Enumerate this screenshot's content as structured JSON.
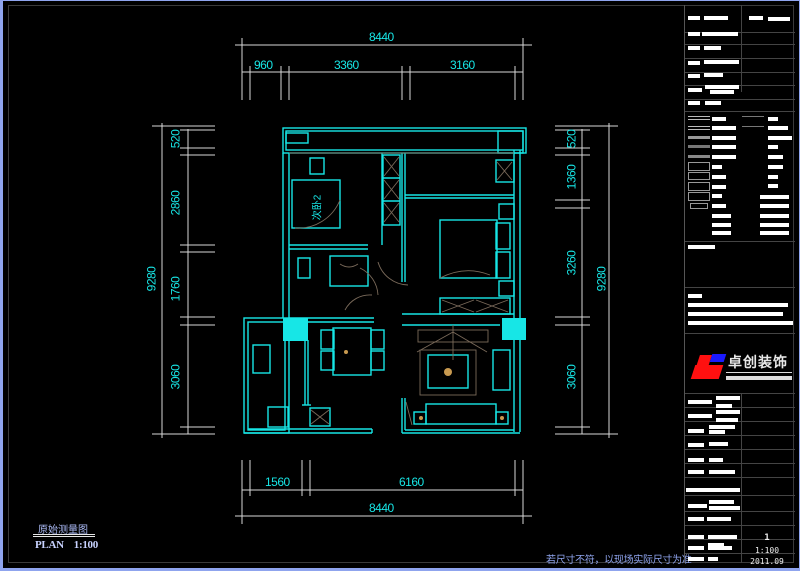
{
  "drawing": {
    "title": "原始测量图",
    "plan_label": "PLAN",
    "scale": "1:100",
    "note": "若尺寸不符，以现场实际尺寸为准",
    "room_label": "次卧2"
  },
  "dimensions": {
    "top_total": "8440",
    "top_segments": [
      "960",
      "3360",
      "3160"
    ],
    "bottom_total": "8440",
    "bottom_segments": [
      "1560",
      "6160"
    ],
    "left_total": "9280",
    "left_segments": [
      "520",
      "2860",
      "1760",
      "3060"
    ],
    "right_total": "9280",
    "right_segments": [
      "520",
      "1360",
      "3260",
      "3060"
    ]
  },
  "title_block": {
    "company_logo_text": "卓创装饰",
    "sheet_number": "1",
    "sheet_scale": "1:100",
    "date": "2011.09"
  },
  "colors": {
    "wall": "#17e6e6",
    "dimension_text": "#17e6e6",
    "frame": "#8fa4ee",
    "furniture": "#7a6a5a",
    "logo_red": "#ff1010",
    "logo_blue": "#1a1aff"
  }
}
